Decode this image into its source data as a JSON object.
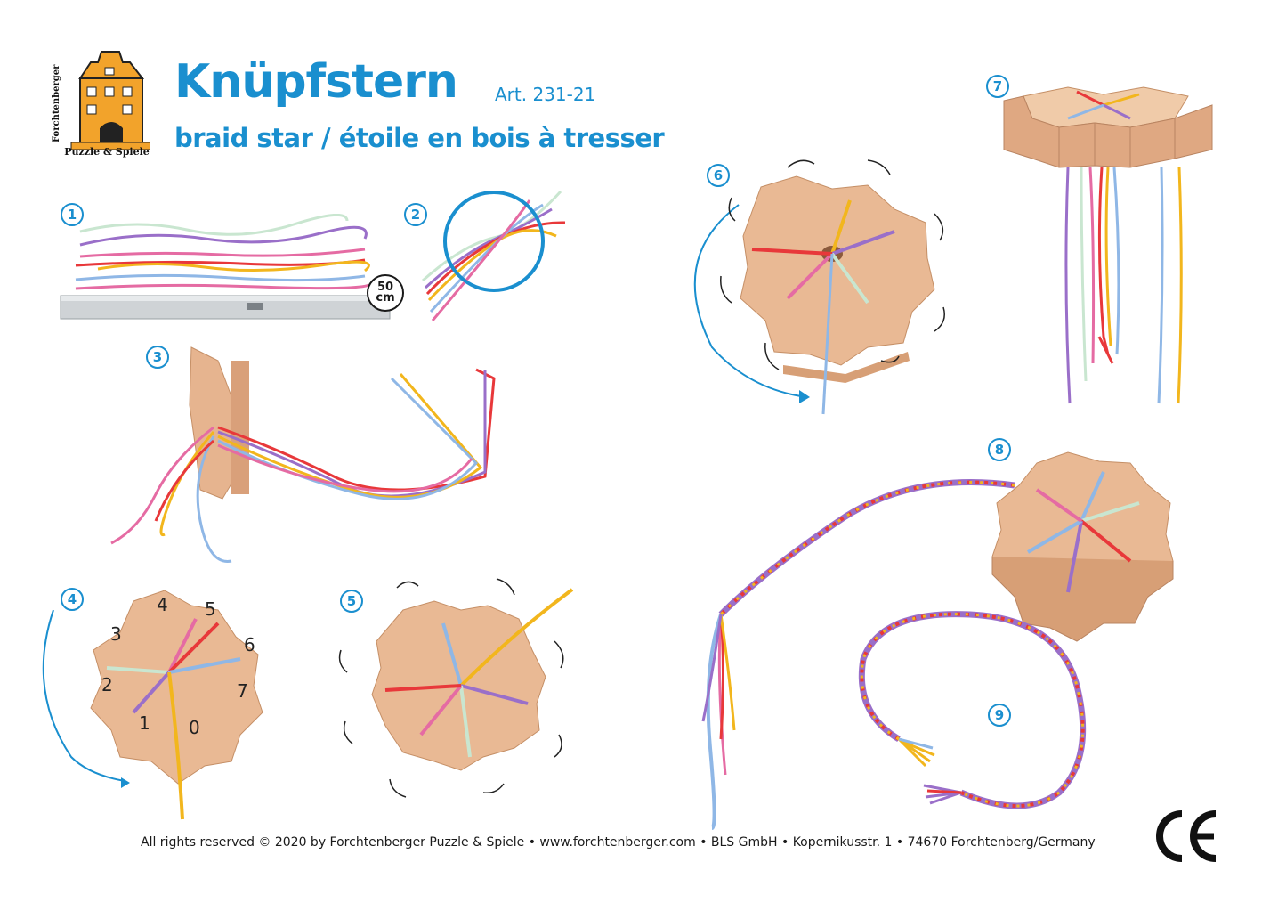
{
  "header": {
    "title": "Knüpfstern",
    "article": "Art. 231-21",
    "subtitle": "braid star / étoile en bois à tresser"
  },
  "logo": {
    "caption": "Puzzle & Spiele",
    "side_text": "Forchtenberger"
  },
  "steps": [
    "1",
    "2",
    "3",
    "4",
    "5",
    "6",
    "7",
    "8",
    "9"
  ],
  "step1": {
    "badge_value": "50",
    "badge_unit": "cm"
  },
  "step4": {
    "slot_numbers": [
      "0",
      "1",
      "2",
      "3",
      "4",
      "5",
      "6",
      "7"
    ]
  },
  "footer": {
    "text": "All rights reserved © 2020 by Forchtenberger Puzzle & Spiele  •  www.forchtenberger.com  •  BLS GmbH  •  Kopernikusstr. 1  •  74670 Forchtenberg/Germany"
  },
  "ce_mark": "CE",
  "colors": {
    "accent": "#1a8fcf",
    "wood": "#e6b48f",
    "yarn": [
      "#e8383a",
      "#9a6fc9",
      "#f2b61d",
      "#8fb7e6",
      "#e56ba3",
      "#c9e6d0"
    ]
  }
}
